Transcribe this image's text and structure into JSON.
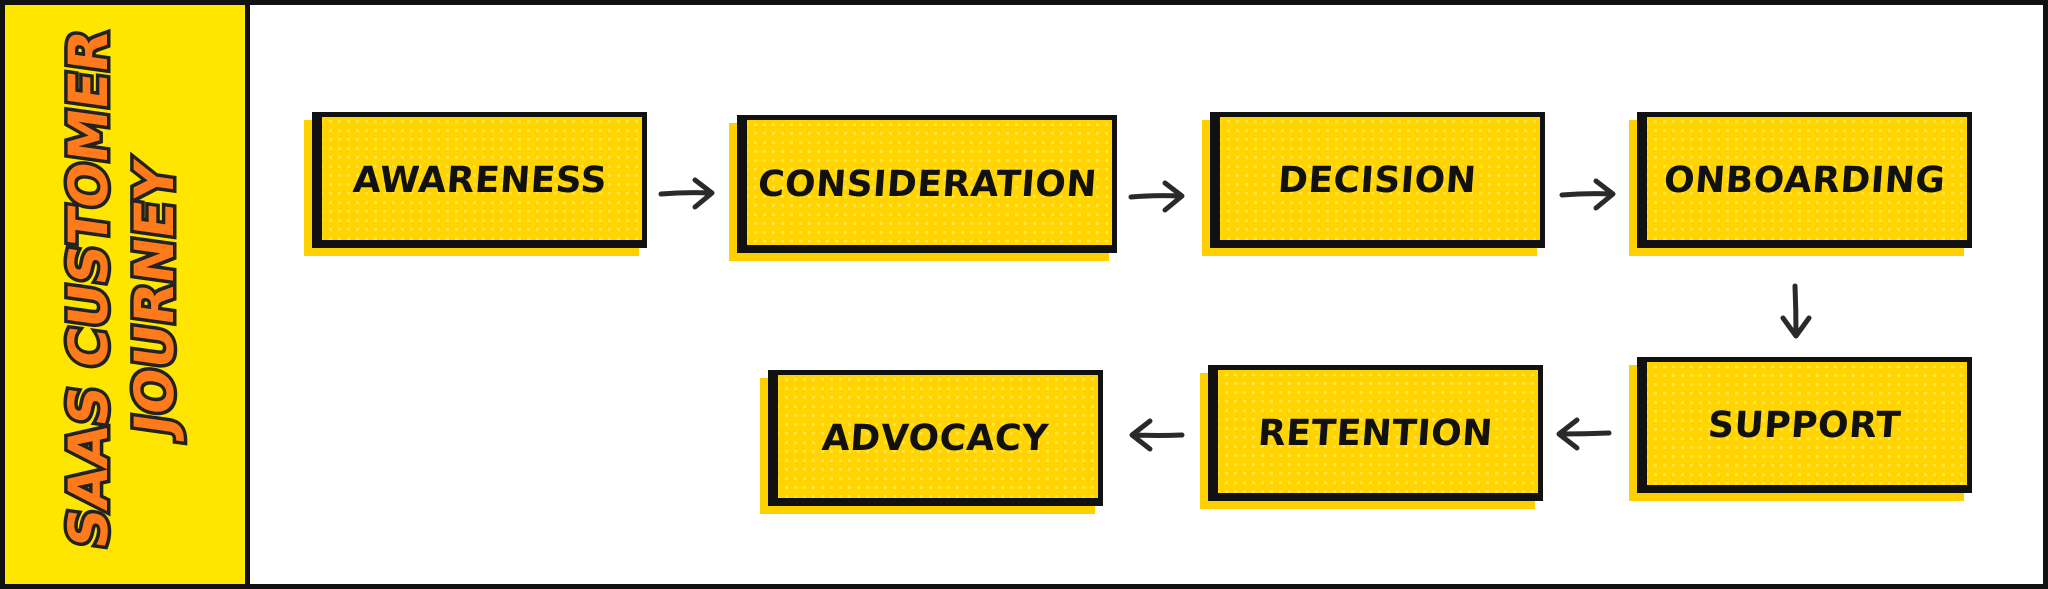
{
  "title": {
    "line1": "SAAS CUSTOMER",
    "line2": "JOURNEY"
  },
  "stages": [
    {
      "label": "AWARENESS"
    },
    {
      "label": "CONSIDERATION"
    },
    {
      "label": "DECISION"
    },
    {
      "label": "ONBOARDING"
    },
    {
      "label": "SUPPORT"
    },
    {
      "label": "RETENTION"
    },
    {
      "label": "ADVOCACY"
    }
  ],
  "colors": {
    "panel": "#ffe600",
    "box": "#ffd400",
    "title_fill": "#ff7a1a",
    "outline": "#111111",
    "arrow": "#2a2a2a"
  },
  "icons": {
    "arrow_right": "arrow-right-icon",
    "arrow_down": "arrow-down-icon",
    "arrow_left": "arrow-left-icon"
  }
}
